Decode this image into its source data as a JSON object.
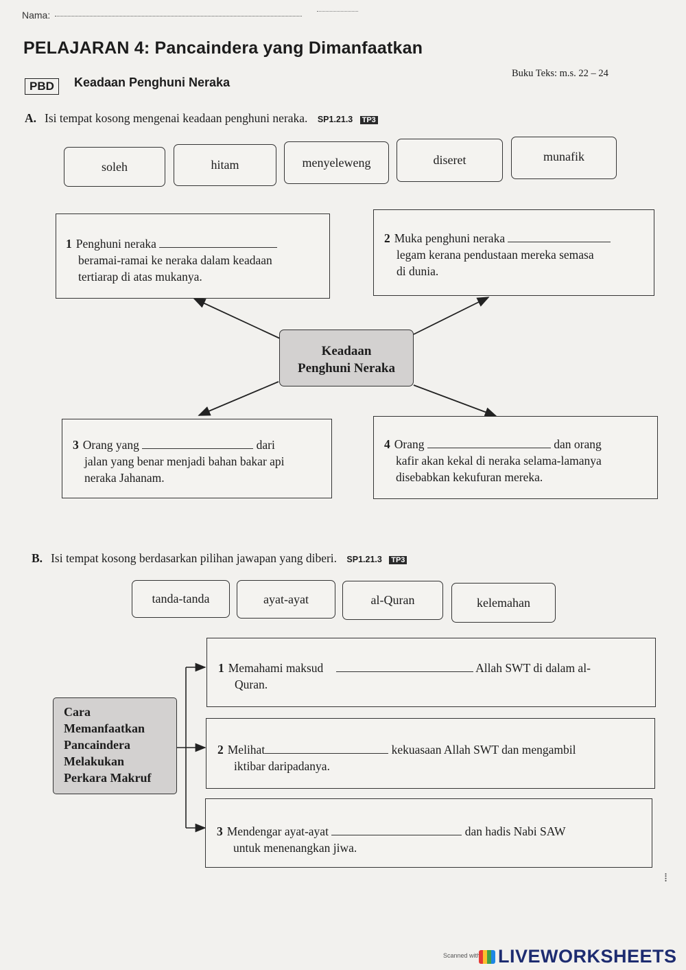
{
  "header": {
    "nama_label": "Nama:",
    "title": "PELAJARAN 4:  Pancaindera yang Dimanfaatkan",
    "pbd_tag": "PBD",
    "pbd_title": "Keadaan Penghuni Neraka",
    "buku_teks": "Buku Teks: m.s. 22 – 24"
  },
  "sectionA": {
    "letter": "A.",
    "instruction": "Isi tempat kosong mengenai keadaan penghuni neraka.",
    "sp": "SP1.21.3",
    "tp": "TP3",
    "words": [
      "soleh",
      "hitam",
      "menyeleweng",
      "diseret",
      "munafik"
    ],
    "center": [
      "Keadaan",
      "Penghuni Neraka"
    ],
    "q1": {
      "num": "1",
      "before": "Penghuni neraka",
      "line2": "beramai-ramai ke neraka dalam keadaan",
      "line3": "tertiarap di atas mukanya."
    },
    "q2": {
      "num": "2",
      "before": "Muka penghuni neraka",
      "line2": "legam kerana pendustaan mereka semasa",
      "line3": "di dunia."
    },
    "q3": {
      "num": "3",
      "before": "Orang yang",
      "after": "dari",
      "line2": "jalan yang benar menjadi bahan bakar api",
      "line3": "neraka Jahanam."
    },
    "q4": {
      "num": "4",
      "before": "Orang",
      "after": "dan orang",
      "line2": "kafir akan kekal di neraka selama-lamanya",
      "line3": "disebabkan kekufuran mereka."
    }
  },
  "sectionB": {
    "letter": "B.",
    "instruction": "Isi tempat kosong berdasarkan pilihan jawapan yang diberi.",
    "sp": "SP1.21.3",
    "tp": "TP3",
    "words": [
      "tanda-tanda",
      "ayat-ayat",
      "al-Quran",
      "kelemahan"
    ],
    "side": [
      "Cara",
      "Memanfaatkan",
      "Pancaindera",
      "Melakukan",
      "Perkara Makruf"
    ],
    "q1": {
      "num": "1",
      "before": "Memahami maksud",
      "after": "Allah SWT di dalam al-",
      "line2": "Quran."
    },
    "q2": {
      "num": "2",
      "before": "Melihat",
      "after": "kekuasaan Allah SWT dan  mengambil",
      "line2": "iktibar daripadanya."
    },
    "q3": {
      "num": "3",
      "before": "Mendengar ayat-ayat",
      "after": "dan hadis Nabi SAW",
      "line2": "untuk menenangkan jiwa."
    }
  },
  "footer": {
    "scanned": "Scanned with",
    "brand": "LIVEWORKSHEETS"
  }
}
